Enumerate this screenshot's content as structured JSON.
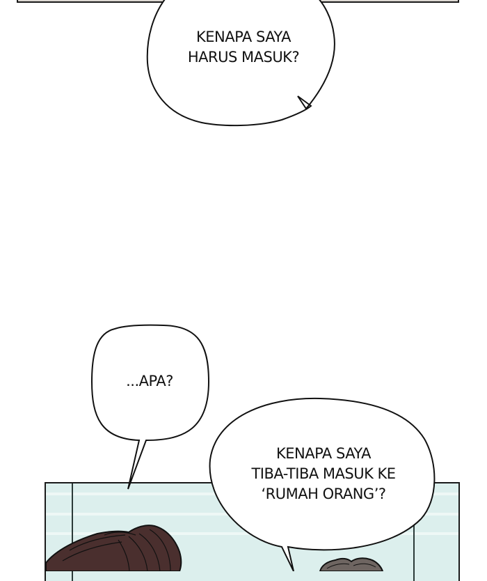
{
  "comic": {
    "panels": [
      {
        "id": "top-panel",
        "background": "#ddd8d2"
      },
      {
        "id": "bottom-panel",
        "background": "#dcefed",
        "stripe_color": "#eef8f6"
      }
    ],
    "bubbles": [
      {
        "id": "bubble-1",
        "lines": [
          "KENAPA SAYA",
          "HARUS MASUK?"
        ],
        "text": "KENAPA SAYA\nHARUS MASUK?"
      },
      {
        "id": "bubble-2",
        "lines": [
          "...APA?"
        ],
        "text": "...APA?"
      },
      {
        "id": "bubble-3",
        "lines": [
          "KENAPA SAYA",
          "TIBA-TIBA MASUK KE",
          "‘RUMAH ORANG’?"
        ],
        "text": "KENAPA SAYA\nTIBA-TIBA MASUK KE\n‘RUMAH ORANG’?"
      }
    ],
    "characters": [
      {
        "id": "left-character-hair",
        "color": "#4a2f2e"
      },
      {
        "id": "right-character-hair",
        "color": "#6e6561"
      }
    ]
  }
}
